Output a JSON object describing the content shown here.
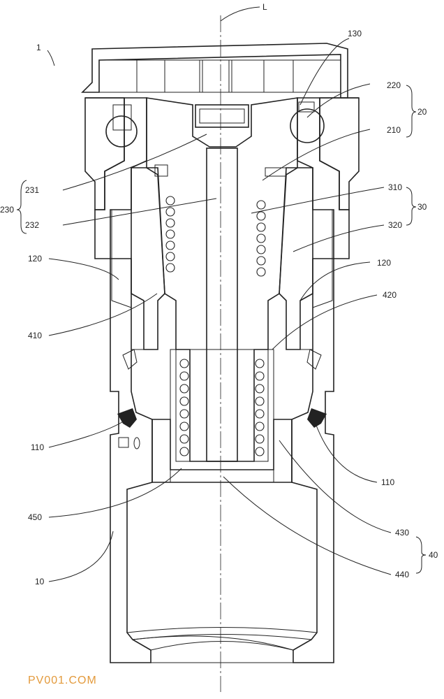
{
  "figure": {
    "axis_label": "L",
    "assembly_label": "1",
    "labels": {
      "l130": "130",
      "l220": "220",
      "l20": "20",
      "l210": "210",
      "l231": "231",
      "l230": "230",
      "l232": "232",
      "l310": "310",
      "l30": "30",
      "l320": "320",
      "l120a": "120",
      "l120b": "120",
      "l410": "410",
      "l420": "420",
      "l110a": "110",
      "l110b": "110",
      "l450": "450",
      "l430": "430",
      "l40": "40",
      "l440": "440",
      "l10": "10"
    }
  },
  "watermark": "PV001.COM"
}
